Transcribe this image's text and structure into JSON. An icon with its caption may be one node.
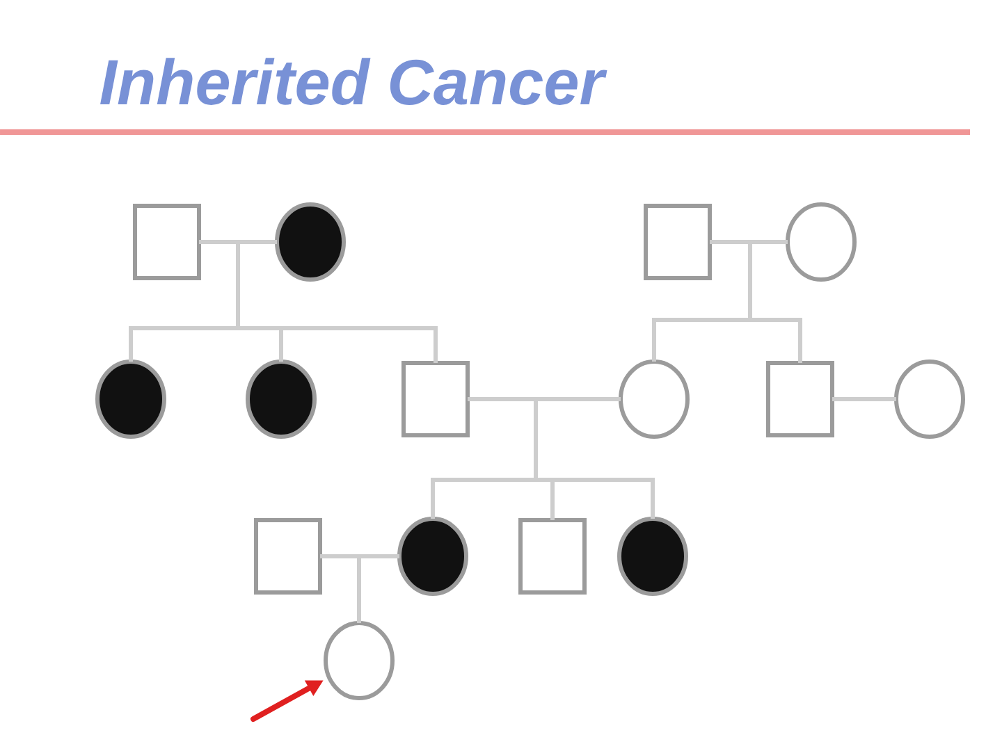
{
  "diagram": {
    "title": "Inherited Cancer",
    "nodes": [
      {
        "text": [],
        "shape": "box"
      },
      {
        "text": [],
        "shape": "disc"
      },
      {
        "text": [],
        "shape": "box"
      },
      {
        "text": [],
        "shape": "circle"
      },
      {
        "text": [],
        "shape": "disc"
      },
      {
        "text": [],
        "shape": "disc"
      },
      {
        "text": [],
        "shape": "box"
      },
      {
        "text": [],
        "shape": "circle"
      },
      {
        "text": [],
        "shape": "box"
      },
      {
        "text": [],
        "shape": "circle"
      },
      {
        "text": [],
        "shape": "box"
      },
      {
        "text": [],
        "shape": "disc"
      },
      {
        "text": [],
        "shape": "box"
      },
      {
        "text": [],
        "shape": "disc"
      },
      {
        "text": [],
        "shape": "circle"
      }
    ],
    "edges": [
      {
        "from": 0,
        "to": 1,
        "arrow": "none"
      },
      {
        "from": 2,
        "to": 3,
        "arrow": "none"
      },
      {
        "from": 6,
        "to": 7,
        "arrow": "none"
      },
      {
        "from": 8,
        "to": 9,
        "arrow": "none"
      },
      {
        "from": 10,
        "to": 11,
        "arrow": "none"
      },
      {
        "from": 0,
        "to": 4,
        "arrow": "none"
      },
      {
        "from": 1,
        "to": 4,
        "arrow": "none"
      },
      {
        "from": 0,
        "to": 5,
        "arrow": "none"
      },
      {
        "from": 1,
        "to": 5,
        "arrow": "none"
      },
      {
        "from": 0,
        "to": 6,
        "arrow": "none"
      },
      {
        "from": 1,
        "to": 6,
        "arrow": "none"
      },
      {
        "from": 2,
        "to": 7,
        "arrow": "none"
      },
      {
        "from": 3,
        "to": 7,
        "arrow": "none"
      },
      {
        "from": 2,
        "to": 8,
        "arrow": "none"
      },
      {
        "from": 3,
        "to": 8,
        "arrow": "none"
      },
      {
        "from": 6,
        "to": 11,
        "arrow": "none"
      },
      {
        "from": 7,
        "to": 11,
        "arrow": "none"
      },
      {
        "from": 6,
        "to": 12,
        "arrow": "none"
      },
      {
        "from": 7,
        "to": 12,
        "arrow": "none"
      },
      {
        "from": 6,
        "to": 13,
        "arrow": "none"
      },
      {
        "from": 7,
        "to": 13,
        "arrow": "none"
      },
      {
        "from": 10,
        "to": 14,
        "arrow": "none"
      },
      {
        "from": 11,
        "to": 14,
        "arrow": "none"
      },
      {
        "from": null,
        "to": 14,
        "arrow": "to",
        "color": "#e02020"
      }
    ]
  }
}
